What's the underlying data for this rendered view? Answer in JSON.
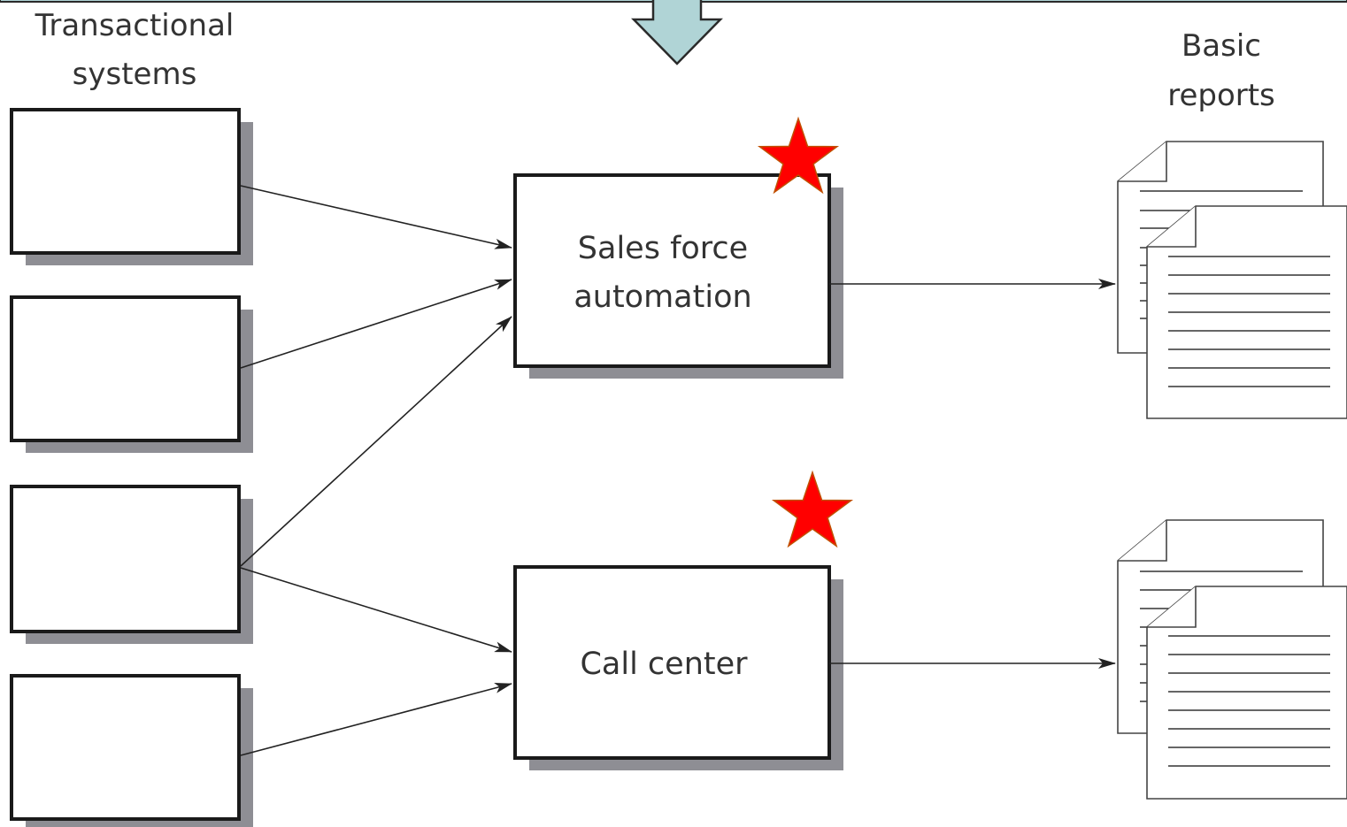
{
  "labels": {
    "transactional_line1": "Transactional",
    "transactional_line2": "systems",
    "reports_line1": "Basic",
    "reports_line2": "reports",
    "sfa_line1": "Sales force",
    "sfa_line2": "automation",
    "call_center": "Call center"
  },
  "colors": {
    "banner_fill": "#b0d4d6",
    "banner_stroke": "#2a2a2a",
    "star_fill": "#ff0000",
    "star_stroke": "#c05000",
    "box_stroke": "#1a1a1a",
    "shadow": "#8e8e94"
  },
  "icons": {
    "top_arrow": "down-arrow-icon",
    "star": "star-icon",
    "report": "document-stack-icon"
  }
}
